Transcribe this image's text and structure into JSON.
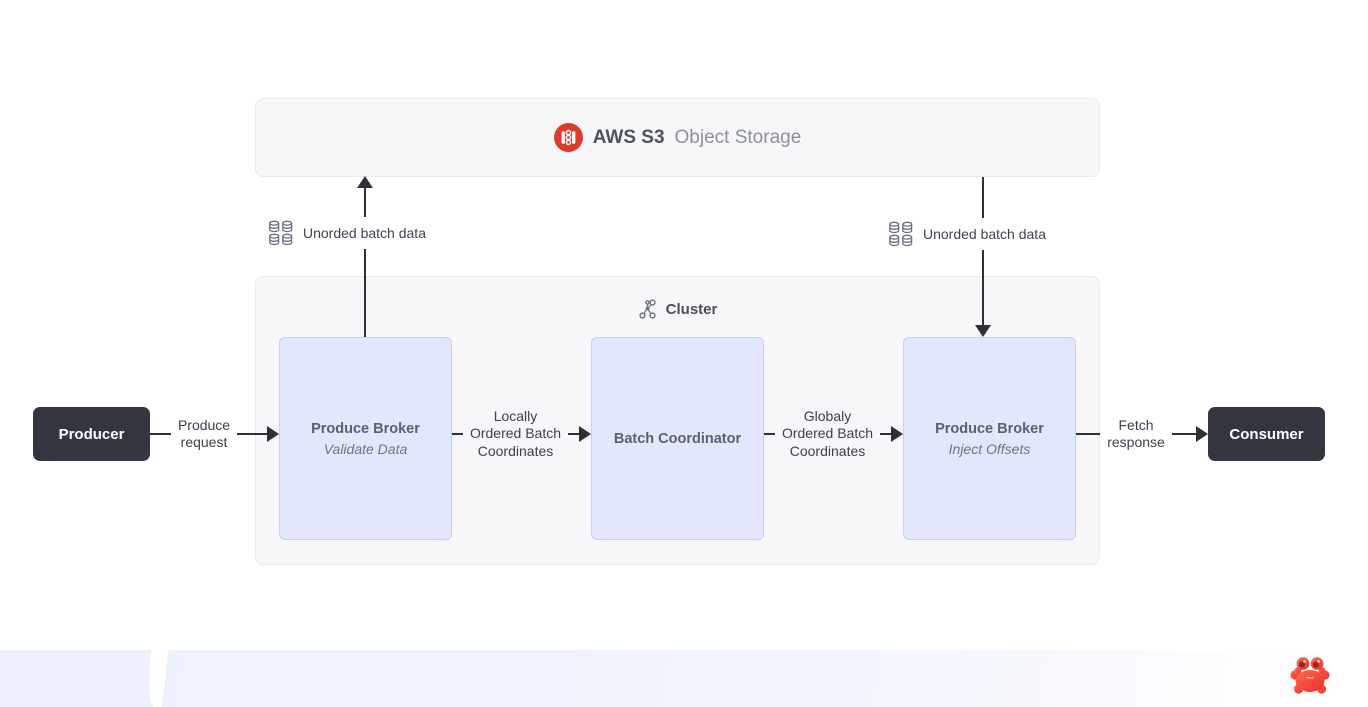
{
  "colors": {
    "s3_red": "#dd3c2b",
    "endpoint_dark": "#33363f",
    "broker_fill": "#e2e7fb",
    "broker_border": "#c8cff1",
    "panel_fill": "#f7f7f9",
    "panel_border": "#e9eaec",
    "arrow": "#2e3138",
    "crab_red": "#f2423c",
    "footer_band": "#eef2fc"
  },
  "s3_panel": {
    "icon": "s3-bucket-icon",
    "title_strong": "AWS S3",
    "title_light": "Object Storage"
  },
  "cluster_panel": {
    "icon": "cluster-graph-icon",
    "title": "Cluster"
  },
  "nodes": {
    "producer": {
      "label": "Producer"
    },
    "consumer": {
      "label": "Consumer"
    },
    "broker_validate": {
      "title": "Produce Broker",
      "subtitle": "Validate Data"
    },
    "batch_coordinator": {
      "title": "Batch Coordinator"
    },
    "broker_inject": {
      "title": "Produce Broker",
      "subtitle": "Inject Offsets"
    }
  },
  "edges": {
    "produce_request": {
      "label": "Produce\nrequest"
    },
    "locally_ordered": {
      "label": "Locally\nOrdered Batch\nCoordinates"
    },
    "globally_ordered": {
      "label": "Globaly\nOrdered Batch\nCoordinates"
    },
    "fetch_response": {
      "label": "Fetch\nresponse"
    },
    "unordered_left": {
      "icon": "database-grid-icon",
      "label": "Unorded batch data"
    },
    "unordered_right": {
      "icon": "database-grid-icon",
      "label": "Unorded batch data"
    }
  },
  "footer": {
    "mascot": "crab-icon"
  }
}
